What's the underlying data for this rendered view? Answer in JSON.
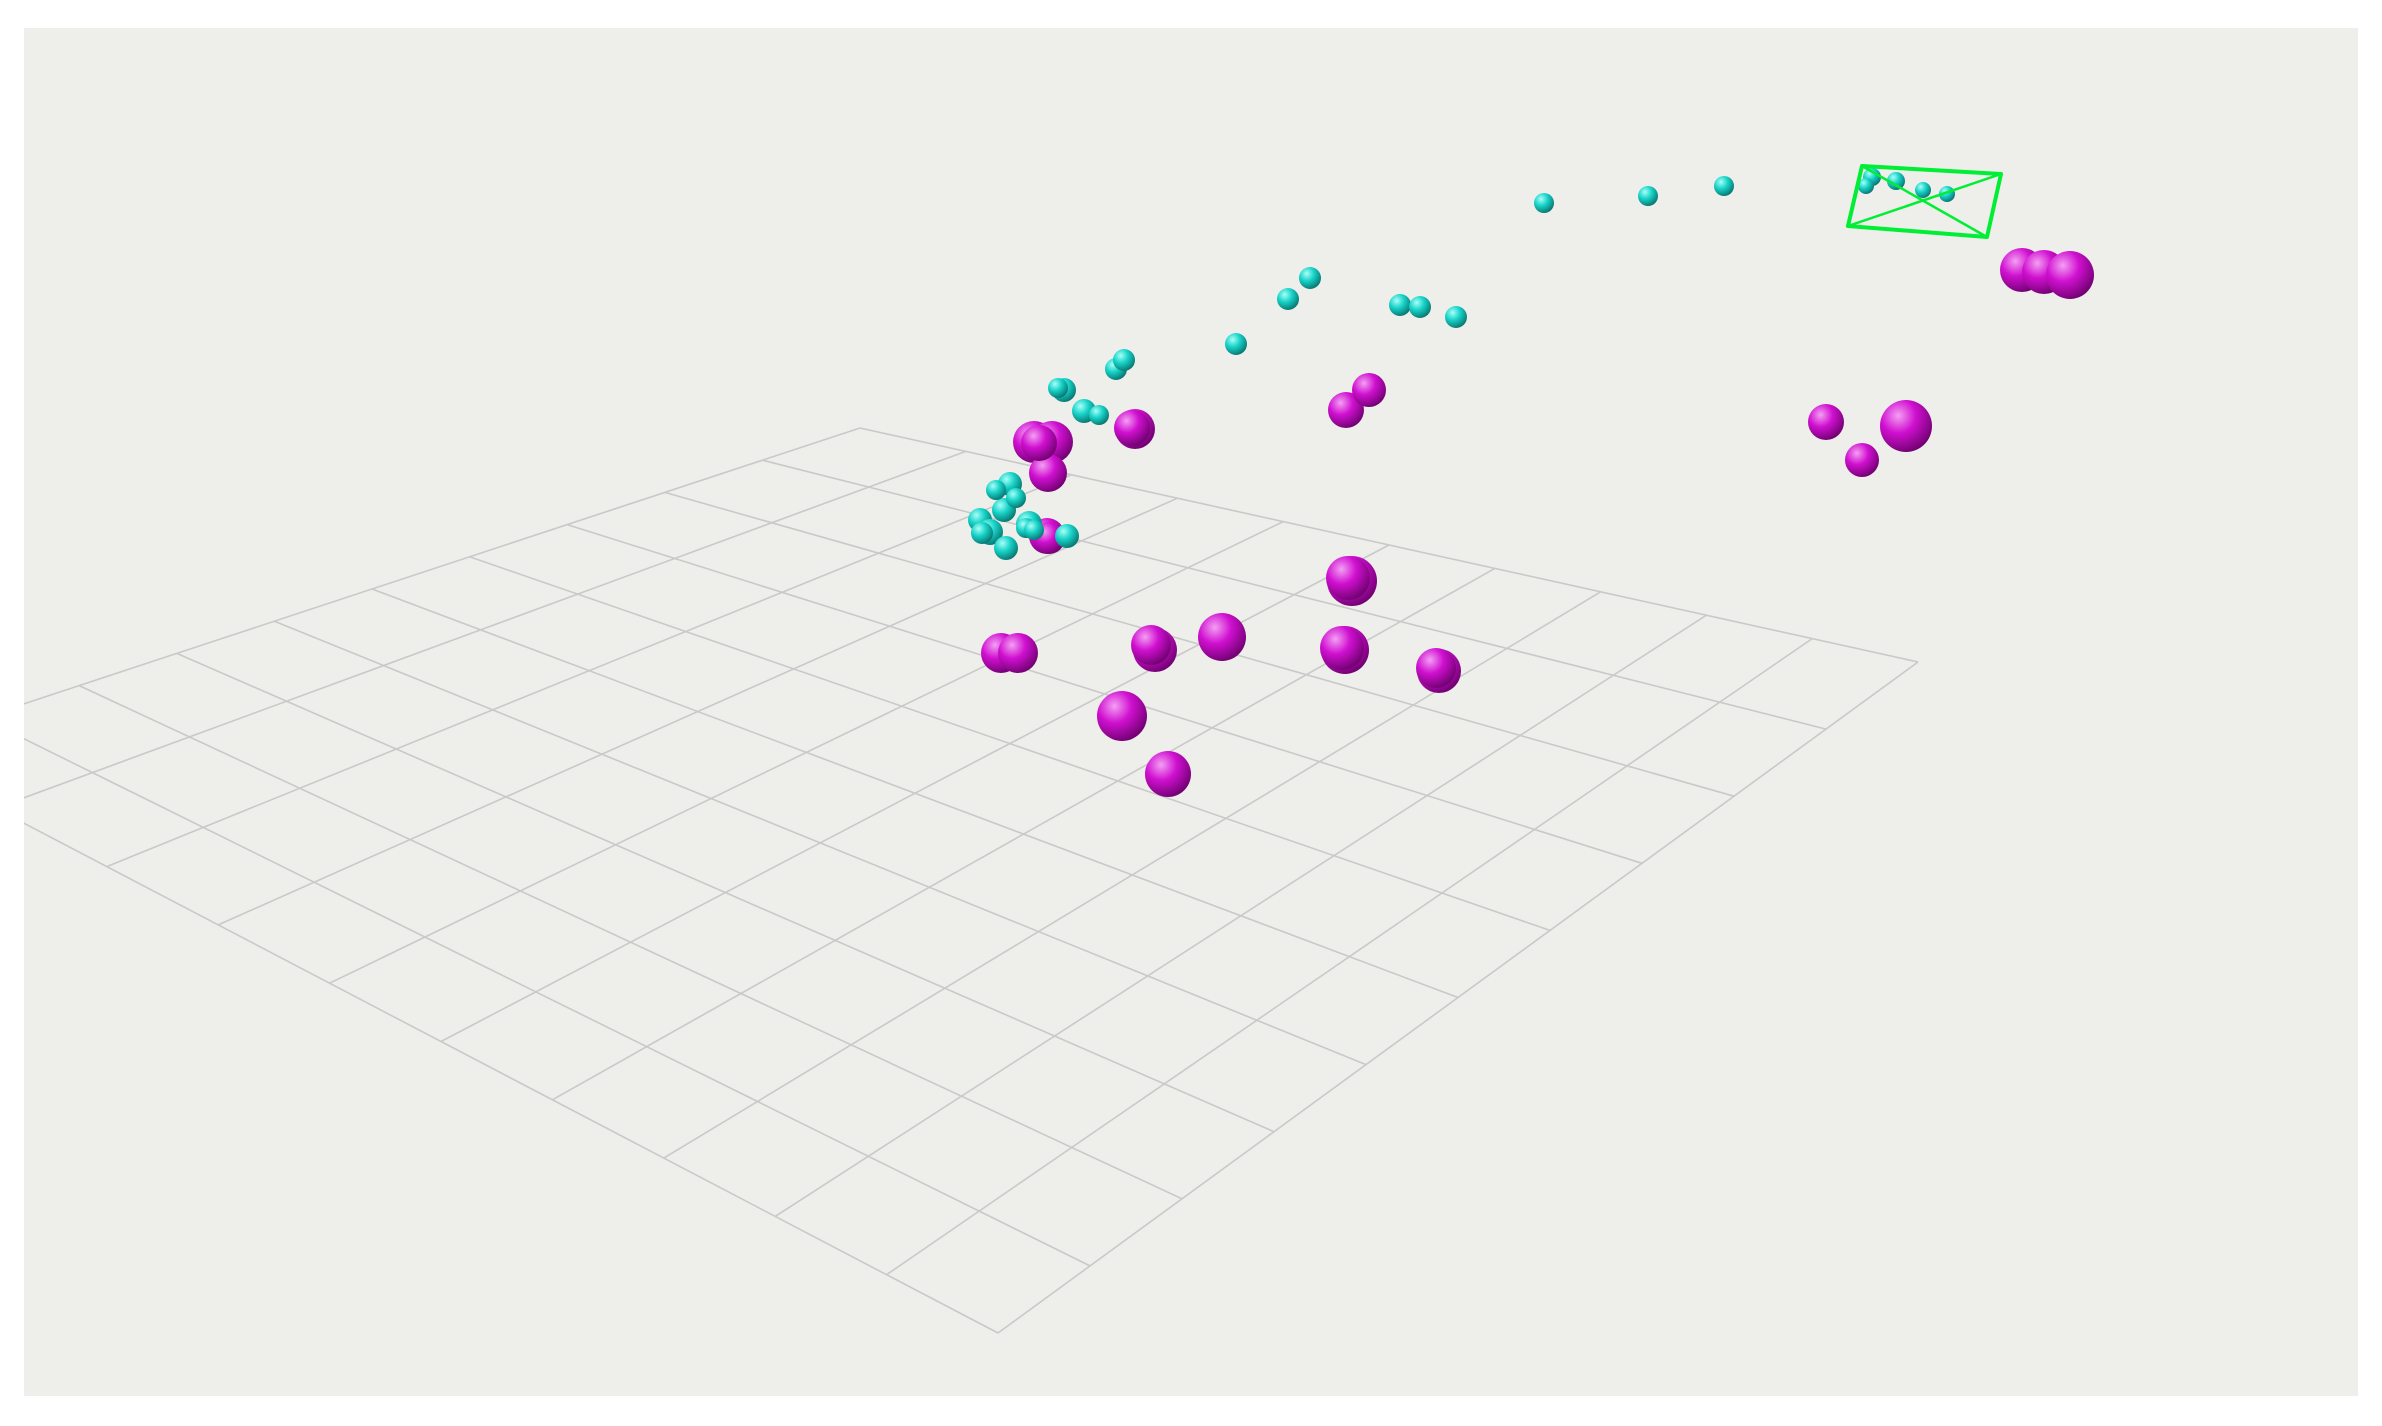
{
  "viewer": {
    "background": "#eeeeeb",
    "grid": {
      "color": "#c9c9c9",
      "divisions": 10,
      "ground_plane": true
    },
    "landmarks": {
      "color": "#d010d0",
      "highlight": "#f49ff4",
      "shading": "sphere",
      "count": 30
    },
    "trajectory": {
      "color": "#18d3c8",
      "highlight": "#a8fff8",
      "shading": "sphere",
      "count": 32
    },
    "camera_frustum": {
      "color": "#00ee33",
      "shape": "wireframe-rectangle-with-diagonals"
    }
  }
}
